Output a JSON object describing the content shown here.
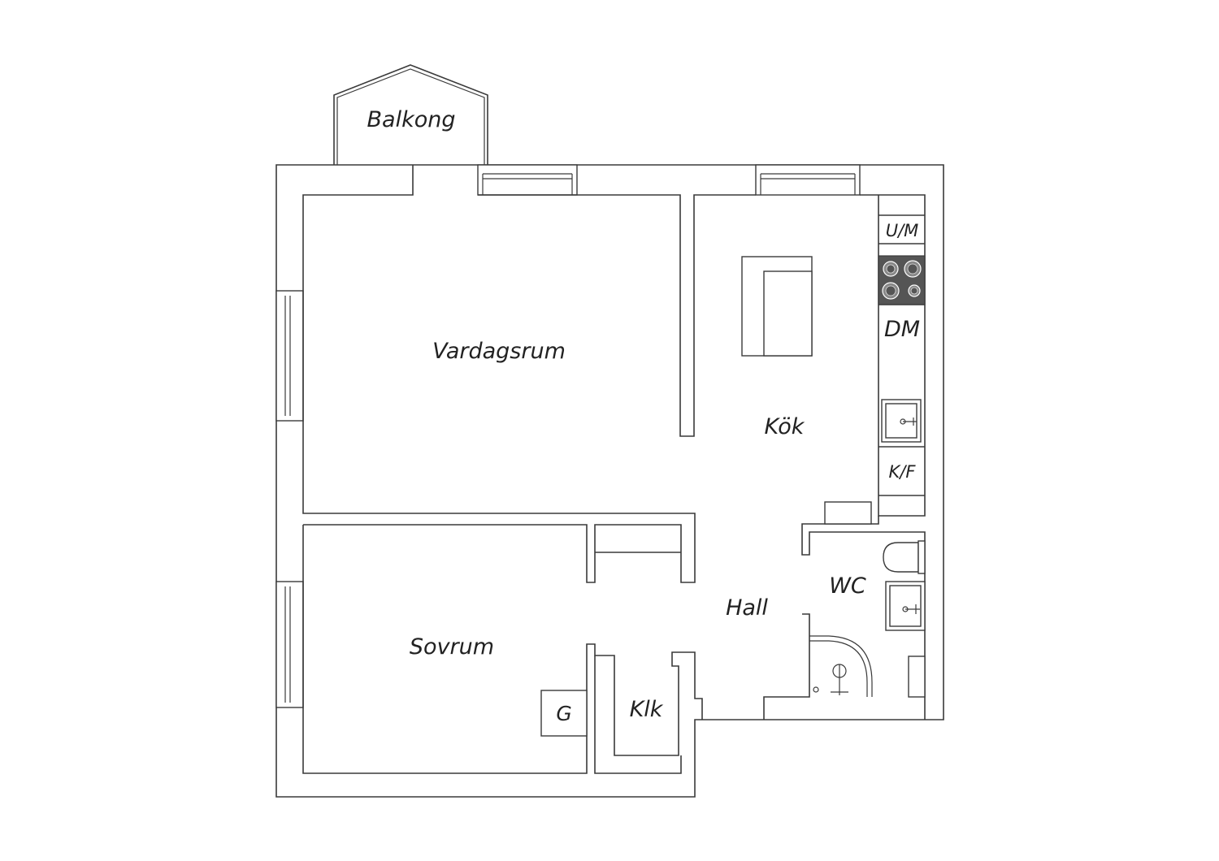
{
  "rooms": {
    "balcony": "Balkong",
    "living_room": "Vardagsrum",
    "kitchen": "Kök",
    "bedroom": "Sovrum",
    "hall": "Hall",
    "wc": "WC",
    "closet": "Klk",
    "wardrobe": "G"
  },
  "fixtures": {
    "microwave_oven": "U/M",
    "dishwasher": "DM",
    "fridge_freezer": "K/F"
  },
  "colors": {
    "line": "#3a3a3a",
    "stove": "#555555",
    "background": "#ffffff"
  }
}
